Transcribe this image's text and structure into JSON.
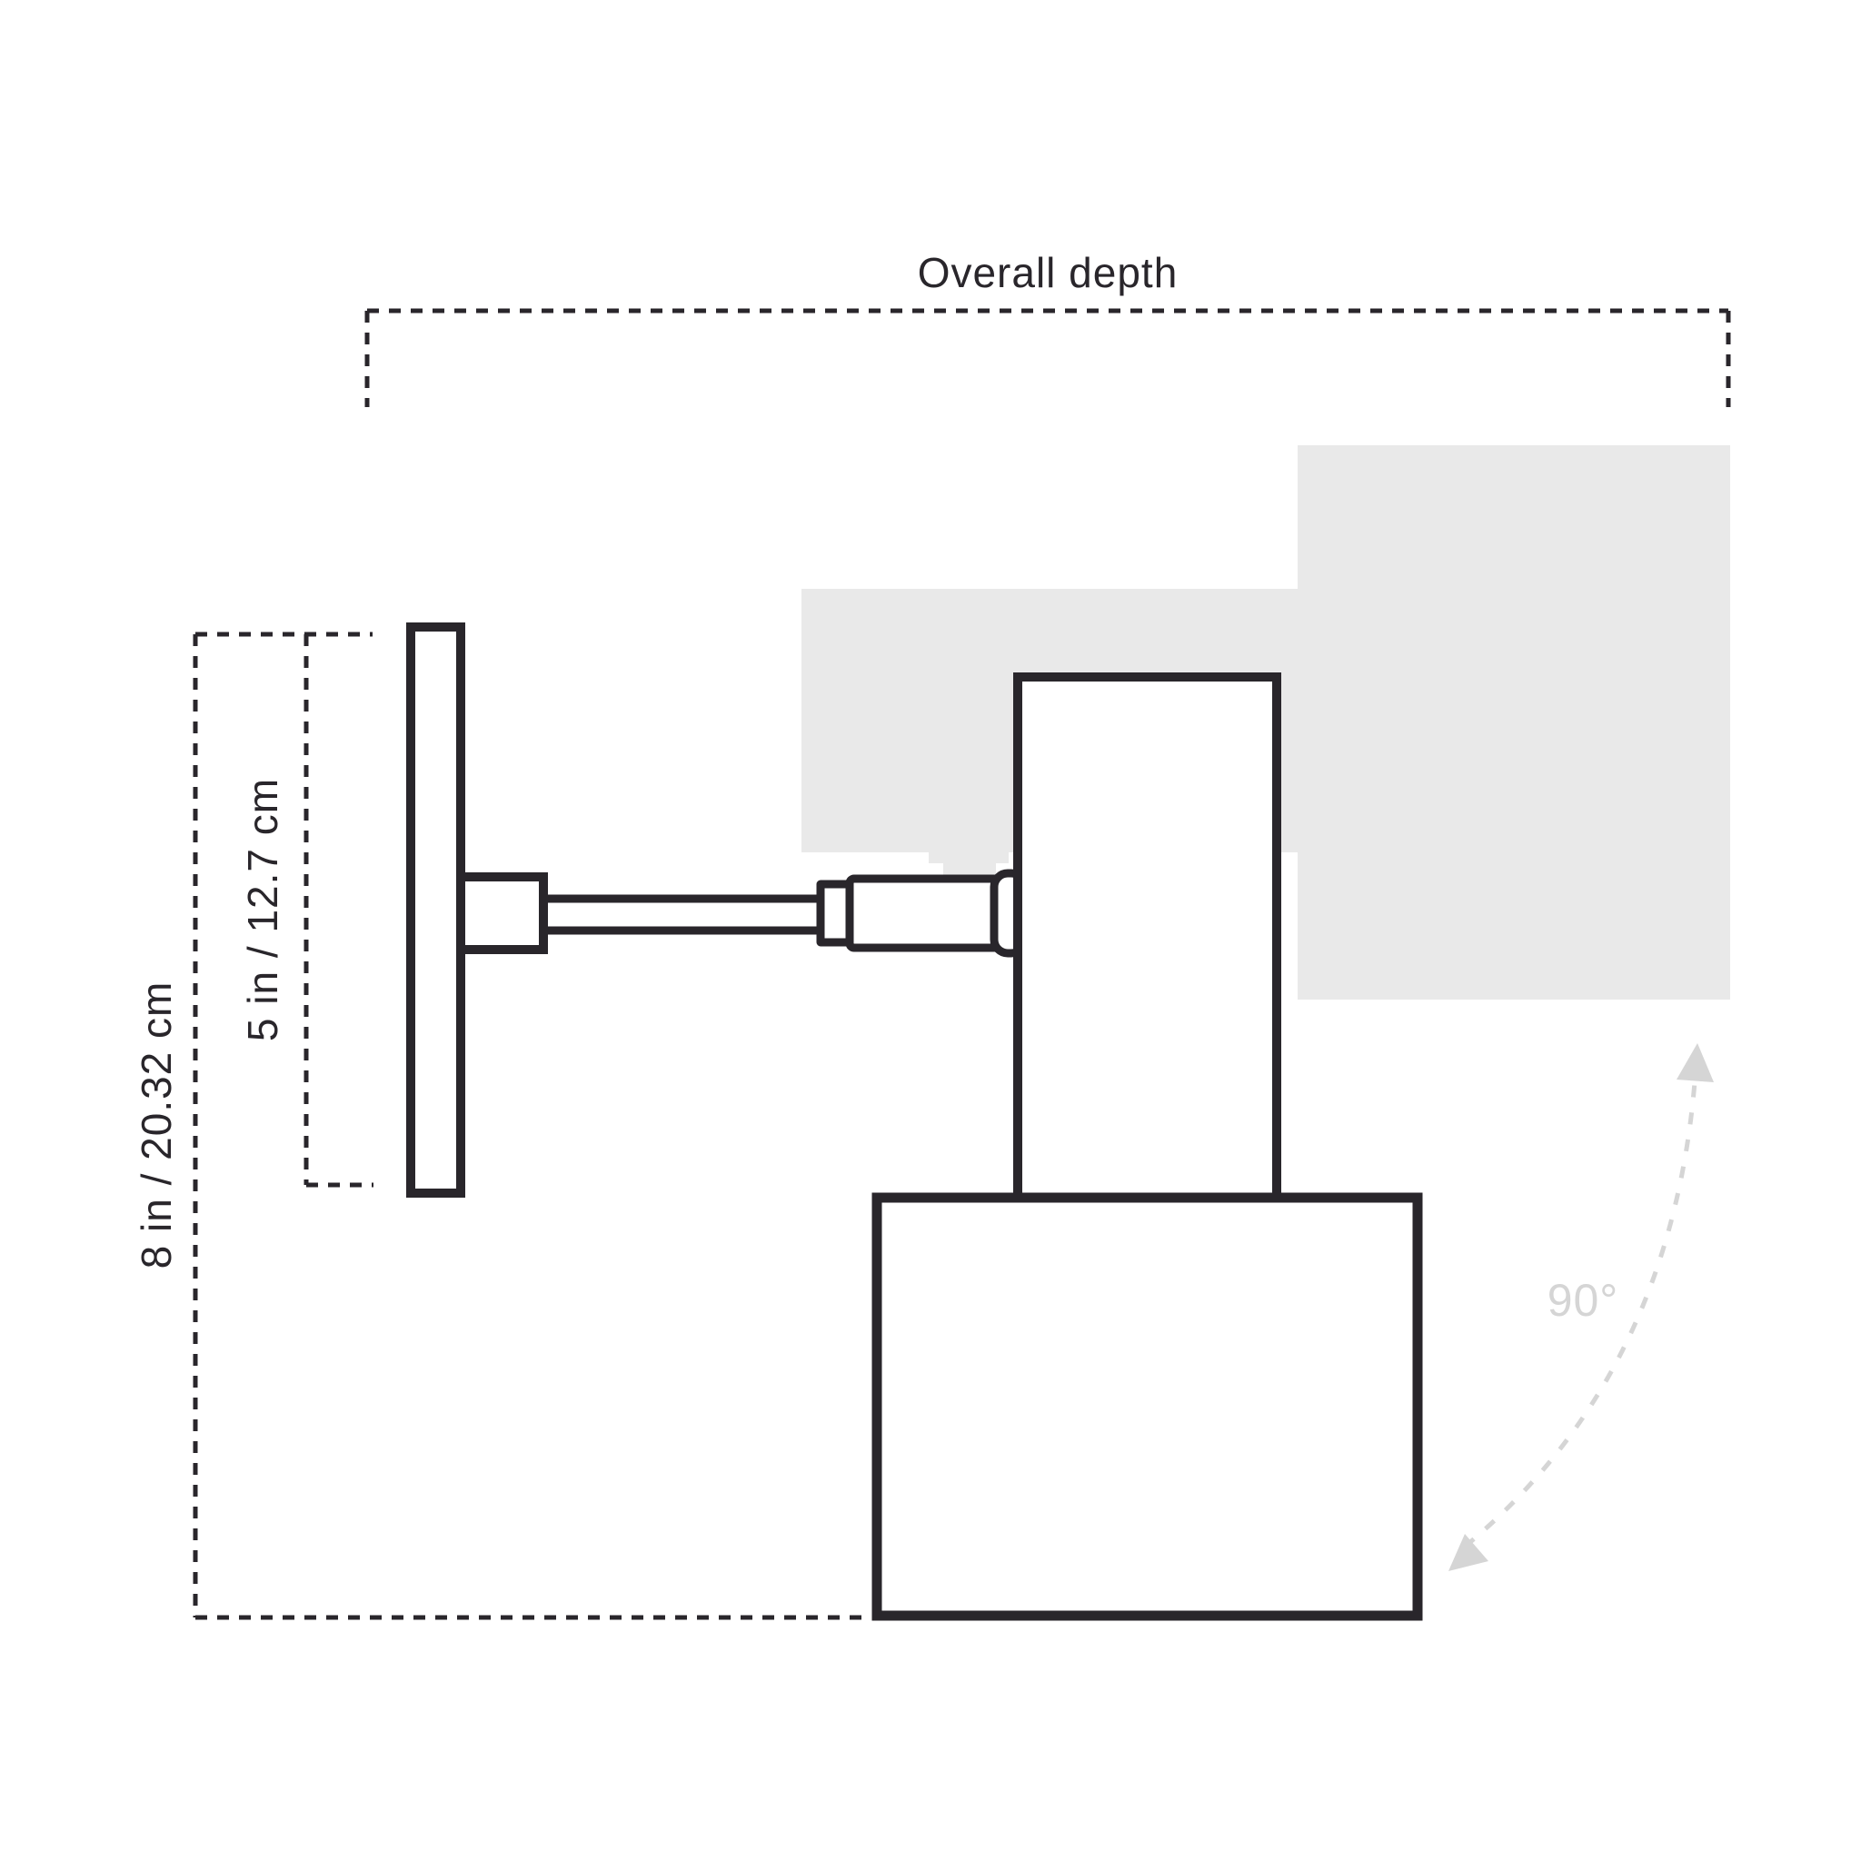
{
  "diagram": {
    "title": "Overall depth",
    "dimensions": {
      "overall_depth": {
        "label": "Overall depth"
      },
      "overall_height": {
        "label": "8 in / 20.32 cm"
      },
      "backplate_height": {
        "label": "5 in / 12.7 cm"
      },
      "rotation_angle": {
        "label": "90°"
      }
    },
    "colors": {
      "line": "#29262b",
      "silhouette": "#e9e9e9",
      "muted": "#d5d5d5",
      "background": "#ffffff"
    }
  }
}
